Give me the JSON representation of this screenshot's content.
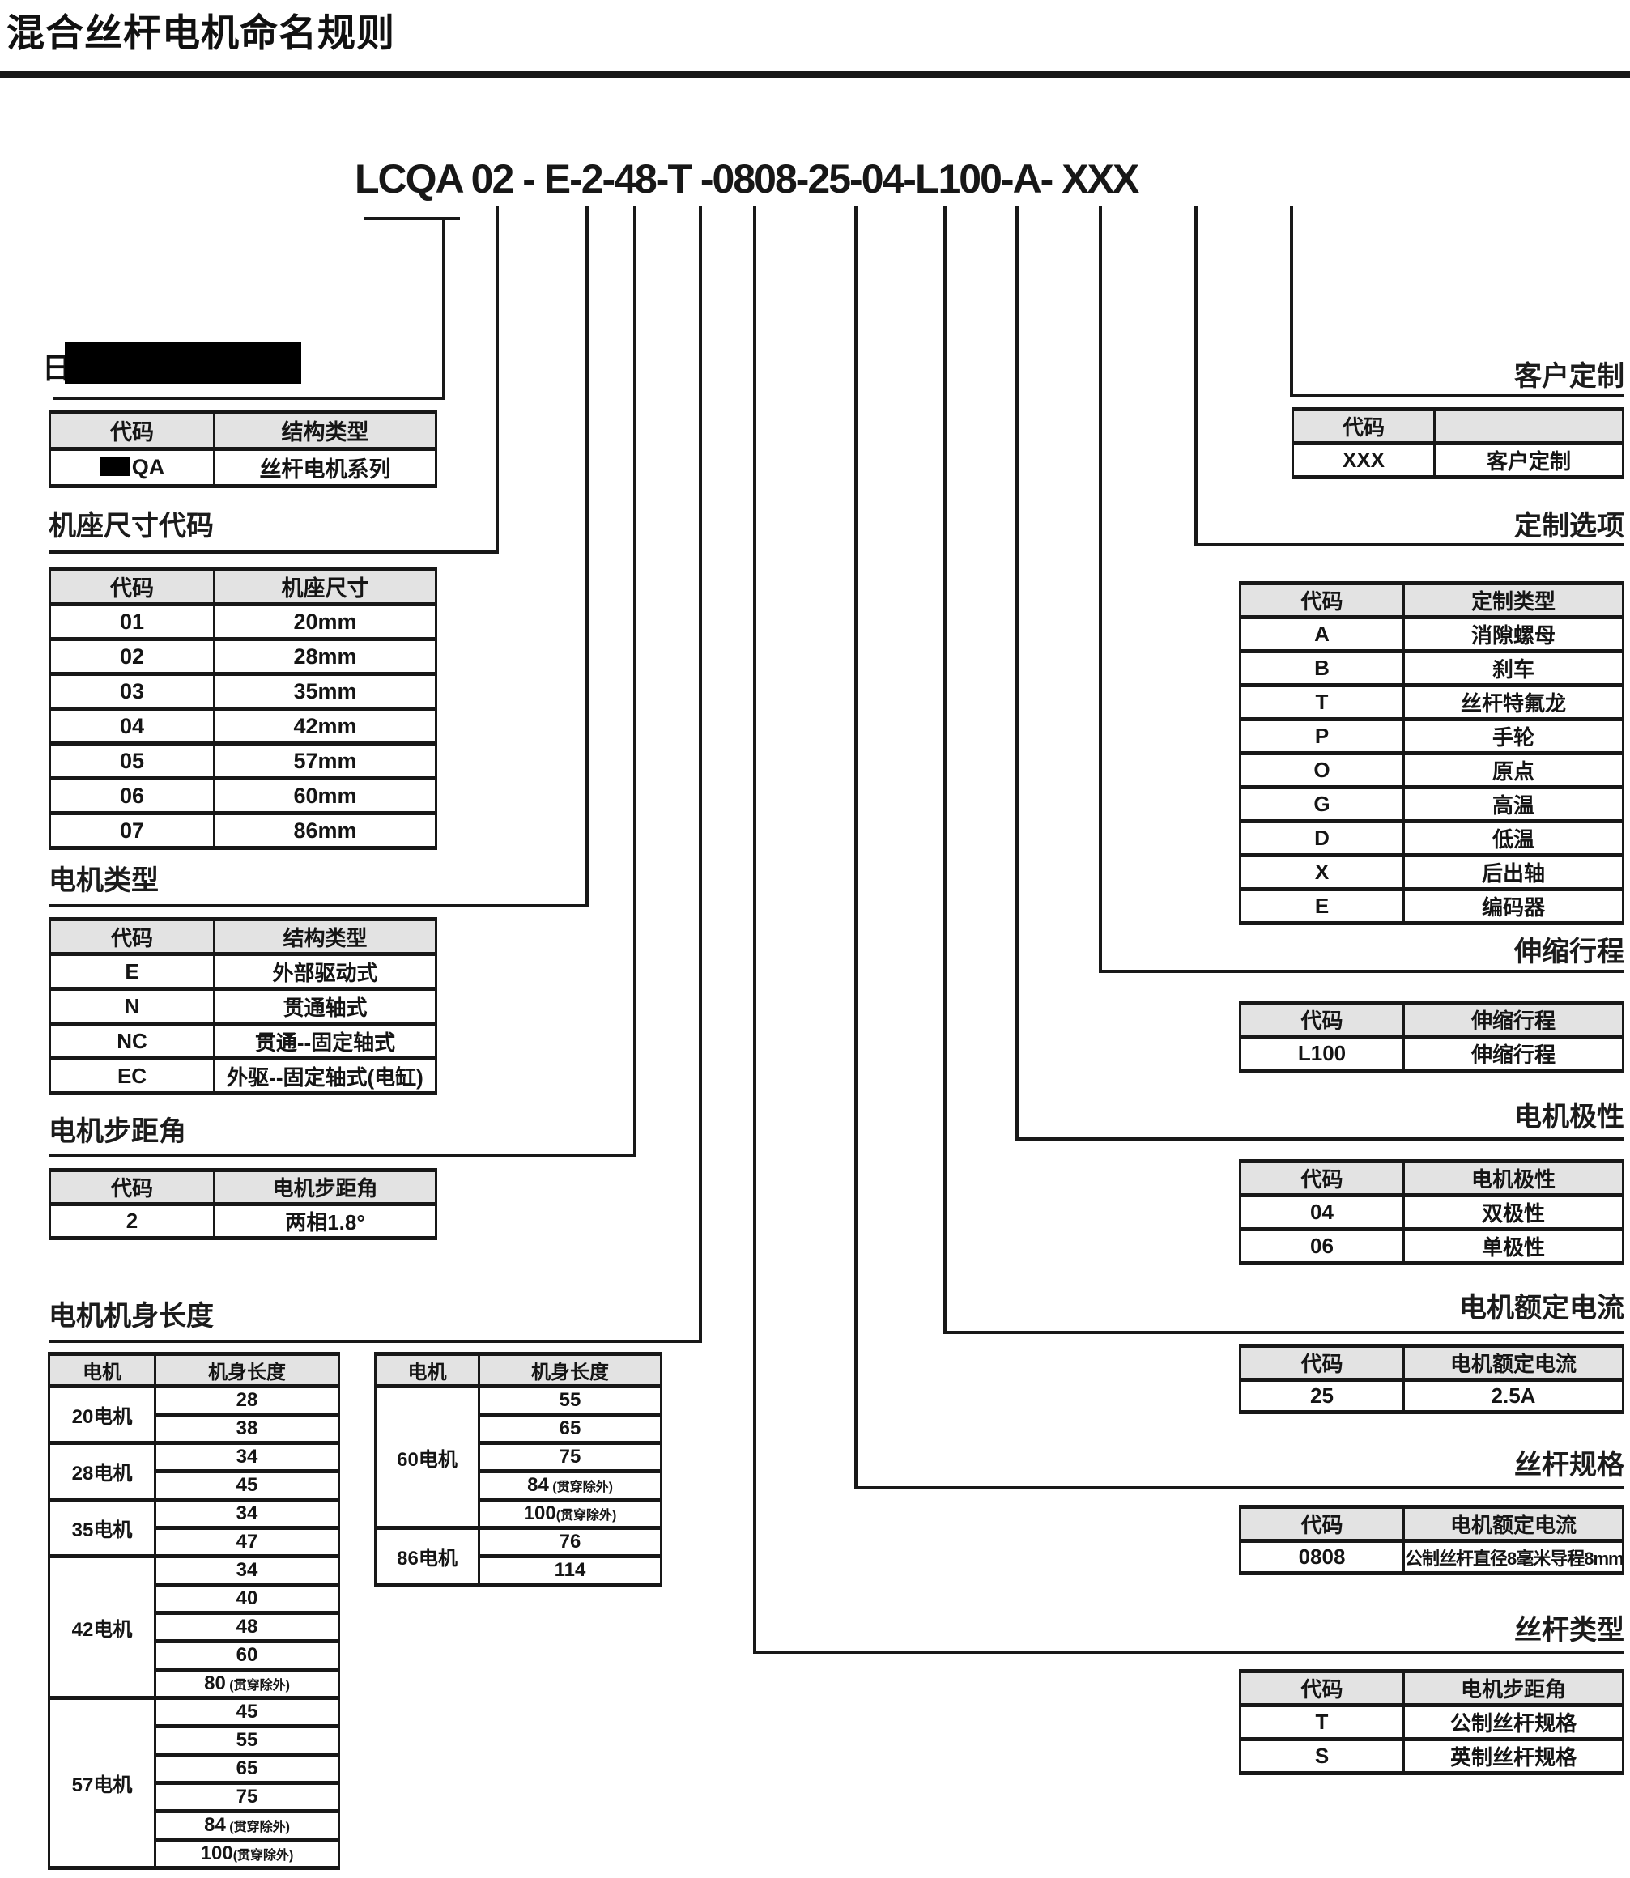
{
  "title": "混合丝杆电机命名规则",
  "model_code": "LCQA 02 - E-2-48-T -0808-25-04-L100-A- XXX",
  "sections": {
    "series": {
      "partial_char": "日",
      "headers": [
        "代码",
        "结构类型"
      ],
      "row": {
        "code_visible": "QA",
        "value": "丝杆电机系列"
      }
    },
    "base_size": {
      "label": "机座尺寸代码",
      "headers": [
        "代码",
        "机座尺寸"
      ],
      "rows": [
        {
          "code": "01",
          "value": "20mm"
        },
        {
          "code": "02",
          "value": "28mm"
        },
        {
          "code": "03",
          "value": "35mm"
        },
        {
          "code": "04",
          "value": "42mm"
        },
        {
          "code": "05",
          "value": "57mm"
        },
        {
          "code": "06",
          "value": "60mm"
        },
        {
          "code": "07",
          "value": "86mm"
        }
      ]
    },
    "motor_type": {
      "label": "电机类型",
      "headers": [
        "代码",
        "结构类型"
      ],
      "rows": [
        {
          "code": "E",
          "value": "外部驱动式"
        },
        {
          "code": "N",
          "value": "贯通轴式"
        },
        {
          "code": "NC",
          "value": "贯通--固定轴式"
        },
        {
          "code": "EC",
          "value": "外驱--固定轴式(电缸)"
        }
      ]
    },
    "step_angle": {
      "label": "电机步距角",
      "headers": [
        "代码",
        "电机步距角"
      ],
      "rows": [
        {
          "code": "2",
          "value": "两相1.8°"
        }
      ]
    },
    "body_length": {
      "label": "电机机身长度",
      "left": {
        "headers": [
          "电机",
          "机身长度"
        ],
        "groups": [
          {
            "motor": "20电机",
            "lengths": [
              {
                "v": "28",
                "note": ""
              },
              {
                "v": "38",
                "note": ""
              }
            ]
          },
          {
            "motor": "28电机",
            "lengths": [
              {
                "v": "34",
                "note": ""
              },
              {
                "v": "45",
                "note": ""
              }
            ]
          },
          {
            "motor": "35电机",
            "lengths": [
              {
                "v": "34",
                "note": ""
              },
              {
                "v": "47",
                "note": ""
              }
            ]
          },
          {
            "motor": "42电机",
            "lengths": [
              {
                "v": "34",
                "note": ""
              },
              {
                "v": "40",
                "note": ""
              },
              {
                "v": "48",
                "note": ""
              },
              {
                "v": "60",
                "note": ""
              },
              {
                "v": "80",
                "note": " (贯穿除外)"
              }
            ]
          },
          {
            "motor": "57电机",
            "lengths": [
              {
                "v": "45",
                "note": ""
              },
              {
                "v": "55",
                "note": ""
              },
              {
                "v": "65",
                "note": ""
              },
              {
                "v": "75",
                "note": ""
              },
              {
                "v": "84",
                "note": " (贯穿除外)"
              },
              {
                "v": "100",
                "note": "(贯穿除外)"
              }
            ]
          }
        ]
      },
      "right": {
        "headers": [
          "电机",
          "机身长度"
        ],
        "groups": [
          {
            "motor": "60电机",
            "lengths": [
              {
                "v": "55",
                "note": ""
              },
              {
                "v": "65",
                "note": ""
              },
              {
                "v": "75",
                "note": ""
              },
              {
                "v": "84",
                "note": " (贯穿除外)"
              },
              {
                "v": "100",
                "note": "(贯穿除外)"
              }
            ]
          },
          {
            "motor": "86电机",
            "lengths": [
              {
                "v": "76",
                "note": ""
              },
              {
                "v": "114",
                "note": ""
              }
            ]
          }
        ]
      }
    },
    "custom": {
      "label": "客户定制",
      "headers": [
        "代码",
        ""
      ],
      "rows": [
        {
          "code": "XXX",
          "value": "客户定制"
        }
      ]
    },
    "custom_options": {
      "label": "定制选项",
      "headers": [
        "代码",
        "定制类型"
      ],
      "rows": [
        {
          "code": "A",
          "value": "消隙螺母"
        },
        {
          "code": "B",
          "value": "刹车"
        },
        {
          "code": "T",
          "value": "丝杆特氟龙"
        },
        {
          "code": "P",
          "value": "手轮"
        },
        {
          "code": "O",
          "value": "原点"
        },
        {
          "code": "G",
          "value": "高温"
        },
        {
          "code": "D",
          "value": "低温"
        },
        {
          "code": "X",
          "value": "后出轴"
        },
        {
          "code": "E",
          "value": "编码器"
        }
      ]
    },
    "stroke": {
      "label": "伸缩行程",
      "headers": [
        "代码",
        "伸缩行程"
      ],
      "rows": [
        {
          "code": "L100",
          "value": "伸缩行程"
        }
      ]
    },
    "polarity": {
      "label": "电机极性",
      "headers": [
        "代码",
        "电机极性"
      ],
      "rows": [
        {
          "code": "04",
          "value": "双极性"
        },
        {
          "code": "06",
          "value": "单极性"
        }
      ]
    },
    "current": {
      "label": "电机额定电流",
      "headers": [
        "代码",
        "电机额定电流"
      ],
      "rows": [
        {
          "code": "25",
          "value": "2.5A"
        }
      ]
    },
    "screw_spec": {
      "label": "丝杆规格",
      "headers": [
        "代码",
        "电机额定电流"
      ],
      "rows": [
        {
          "code": "0808",
          "value": "公制丝杆直径8毫米导程8mm"
        }
      ]
    },
    "screw_type": {
      "label": "丝杆类型",
      "headers": [
        "代码",
        "电机步距角"
      ],
      "rows": [
        {
          "code": "T",
          "value": "公制丝杆规格"
        },
        {
          "code": "S",
          "value": "英制丝杆规格"
        }
      ]
    }
  }
}
